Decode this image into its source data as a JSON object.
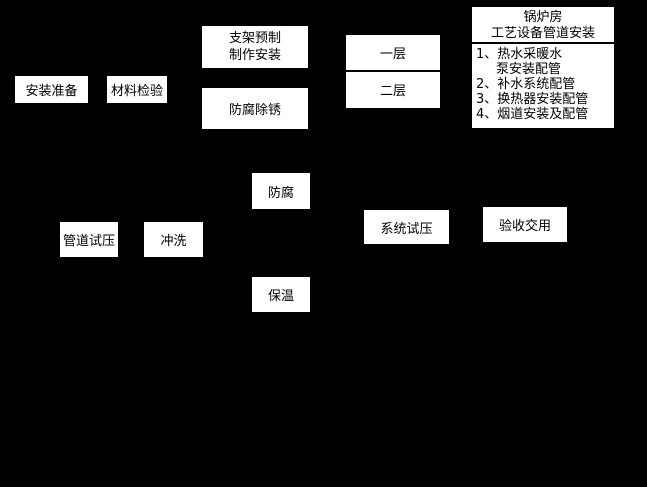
{
  "page": {
    "background_color": "#000000",
    "node_background_color": "#ffffff",
    "node_text_color": "#000000",
    "divider_color": "#000000"
  },
  "flowchart": {
    "nodes": {
      "install_prep": {
        "label": "安装准备"
      },
      "material_inspection": {
        "label": "材料检验"
      },
      "bracket_prefab": {
        "line1": "支架预制",
        "line2": "制作安装"
      },
      "derust": {
        "label": "防腐除锈"
      },
      "floors": {
        "first_floor": "一层",
        "second_floor": "二层"
      },
      "boiler_room": {
        "title_line1": "锅炉房",
        "title_line2": "工艺设备管道安装",
        "items": [
          "1、热水采暖水",
          "泵安装配管",
          "2、补水系统配管",
          "3、换热器安装配管",
          "4、烟道安装及配管"
        ]
      },
      "anticorrosion": {
        "label": "防腐"
      },
      "pipe_pressure_test": {
        "label": "管道试压"
      },
      "flushing": {
        "label": "冲洗"
      },
      "system_pressure_test": {
        "label": "系统试压"
      },
      "acceptance": {
        "label": "验收交用"
      },
      "insulation": {
        "label": "保温"
      }
    }
  }
}
